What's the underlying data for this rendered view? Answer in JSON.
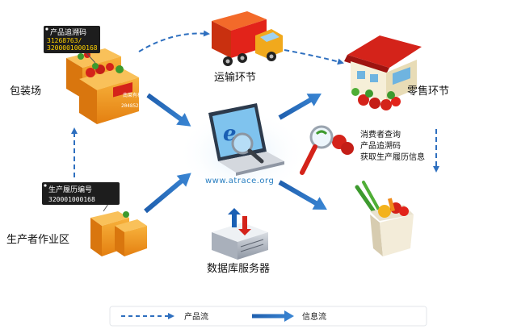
{
  "nodes": {
    "packaging": {
      "label": "包装场",
      "tag_title": "产品追溯码",
      "tag_code_1": "31268763/",
      "tag_code_2": "3200001000168",
      "box_text_1": "南菜有机蔬",
      "box_text_2": "20485211"
    },
    "transport": {
      "label": "运输环节"
    },
    "retail": {
      "label": "零售环节"
    },
    "producer": {
      "label": "生产者作业区",
      "tag_title": "生产履历编号",
      "tag_code": "320001000168"
    },
    "website": {
      "url": "www.atrace.org"
    },
    "database": {
      "label": "数据库服务器"
    },
    "consumer": {
      "line_1": "消费者查询",
      "line_2": "产品追溯码",
      "line_3": "获取生产履历信息"
    }
  },
  "legend": {
    "product_flow": "产品流",
    "info_flow": "信息流"
  },
  "colors": {
    "arrow_blue": "#2e6fbf",
    "box_orange": "#f39a1c",
    "truck_red": "#e2231a",
    "tag_dark": "#222222"
  }
}
